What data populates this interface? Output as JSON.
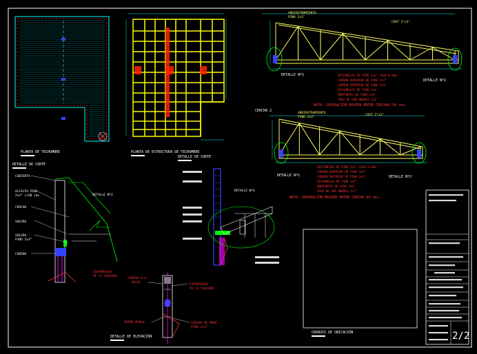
{
  "views": {
    "plan_roof": "PLANTA DE TECHUMBRE",
    "plan_structure": "PLANTA DE ESTRUCTURA DE TECHUMBRE",
    "section_detail_left": "DETALLE DE CORTE",
    "section_detail_mid": "DETALLE DE CORTE",
    "elevation_detail": "DETALLE DE ELEVACIÓN",
    "location_sketch": "CROQUIS DE UBICACIÓN"
  },
  "truss1": {
    "top_label": "ARRIOSTRAMIENTO",
    "top_sub": "PINO 2x3\"",
    "cost_label": "COST 2\"x3\"",
    "detail_left": "DETALLE Nº1",
    "detail_right": "DETALLE Nº2",
    "specs": [
      "DISTANCIAS DE PINO 2x3\" CADA 0.60m",
      "CORDON SUPERIOR DE PINO 2x3\"",
      "CORDON INFERIOR DE PINO 2x3\"",
      "DIAGONALES DE PINO 1x4\"",
      "MONTANTES DE PINO 1x4\"",
      "CRUZ DE SAN ANDRES 2x3\""
    ],
    "note": "NOTA: SEPARACIÓN MÁXIMA ENTRE CERCHAS 60 cms."
  },
  "truss2": {
    "title": "CERCHA 2",
    "top_label": "ARRIOSTRAMIENTO",
    "top_sub": "PINO 2x3\"",
    "cost_label": "COST 2\"x3\"",
    "detail_left": "DETALLE Nº1",
    "detail_right": "DETALLE Nº2",
    "specs": [
      "DISTANCIAS DE PINO 2x3\" CADA 0.60m",
      "CORDON SUPERIOR DE PINO 2x3\"",
      "CORDON INFERIOR DE PINO 2x3\"",
      "DIAGONALES DE PINO 1x4\"",
      "MONTANTES DE PINO 1x4\"",
      "CRUZ DE SAN ANDRES 2x3\""
    ],
    "note": "NOTA: SEPARACIÓN MÁXIMA ENTRE CERCHA 60 cms."
  },
  "left_detail": {
    "callout": "DETALLE Nº2",
    "labels": [
      "CUBIERTA",
      "ALFAJÍA PINO",
      "CERCHA",
      "SOLERA",
      "SOLERA",
      "CADENA"
    ],
    "sublabels": [
      "",
      "2x3\" c/60 cms",
      "",
      "",
      "PINO 2x3\"",
      ""
    ],
    "anchor": "ESPARRAGOS",
    "anchor_sub": "PE 12 SOLDADO"
  },
  "mid_detail": {
    "callout": "DETALLE Nº1"
  },
  "elev_detail": {
    "cadena": "CADENA H.A.",
    "cadena_sub": "10x20",
    "esp": "ESPARRAGOS",
    "esp_sub": "PE 12 SOLDADO",
    "perno": "PERNO Ø10mm",
    "cercha": "CERCHA DE MADE",
    "cercha_sub": "PINO 2x3\""
  },
  "title_block": {
    "sheet": "2/2"
  },
  "colors": {
    "background": "#000000",
    "border": "#ffffff",
    "plan_lines": "#00ffff",
    "structure_grid": "#ffff00",
    "structure_accent": "#ff0000",
    "truss_lines": "#ffff66",
    "dimension": "#00ffff",
    "spec_text": "#ff3333",
    "section_green": "#00ff00",
    "section_blue": "#3333ff",
    "section_magenta": "#ff00ff",
    "white_text": "#ffffff"
  }
}
